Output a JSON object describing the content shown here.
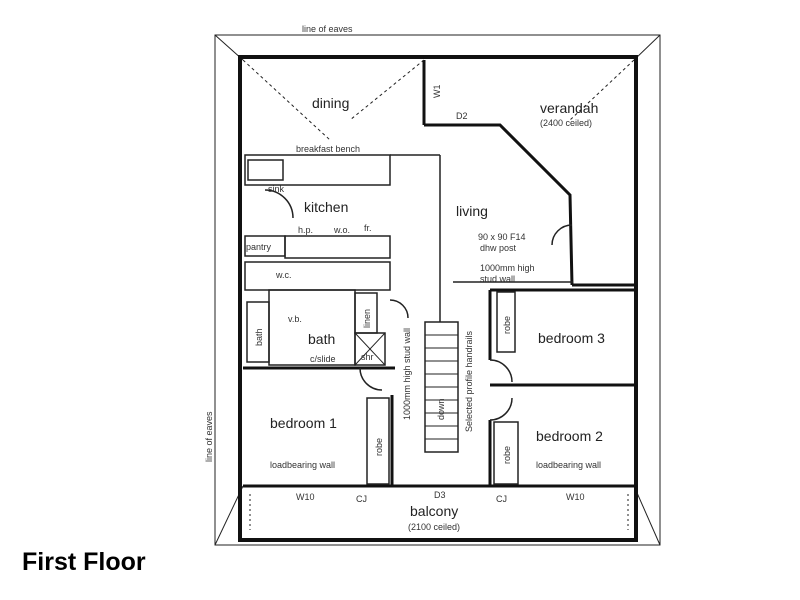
{
  "caption": "First Floor",
  "labels": {
    "line_of_eaves_top": "line of eaves",
    "line_of_eaves_side": "line of eaves",
    "dining": "dining",
    "verandah": "verandah",
    "verandah_note": "(2400 ceiled)",
    "breakfast_bench": "breakfast bench",
    "sink": "sink",
    "kitchen": "kitchen",
    "living": "living",
    "post_note_1": "90 x 90 F14",
    "post_note_2": "dhw post",
    "stud_wall_note_1": "1000mm high",
    "stud_wall_note_2": "stud wall",
    "pantry": "pantry",
    "hp": "h.p.",
    "wo": "w.o.",
    "fr": "fr.",
    "wc": "w.c.",
    "vb": "v.b.",
    "bath_room": "bath",
    "bath_tub": "bath",
    "slide": "c/slide",
    "linen": "linen",
    "shr": "shr",
    "stud_wall_vertical": "1000mm high stud wall",
    "handrails": "Selected profile handrails",
    "down": "down",
    "robe_top": "robe",
    "robe_left": "robe",
    "robe_right": "robe",
    "bedroom1": "bedroom 1",
    "bedroom2": "bedroom 2",
    "bedroom3": "bedroom 3",
    "loadbearing_left": "loadbearing wall",
    "loadbearing_right": "loadbearing wall",
    "balcony": "balcony",
    "balcony_note": "(2100 ceiled)",
    "w10_left": "W10",
    "w10_right": "W10",
    "d3": "D3",
    "d2": "D2",
    "w1": "W1",
    "cj_left": "CJ",
    "cj_right": "CJ"
  }
}
